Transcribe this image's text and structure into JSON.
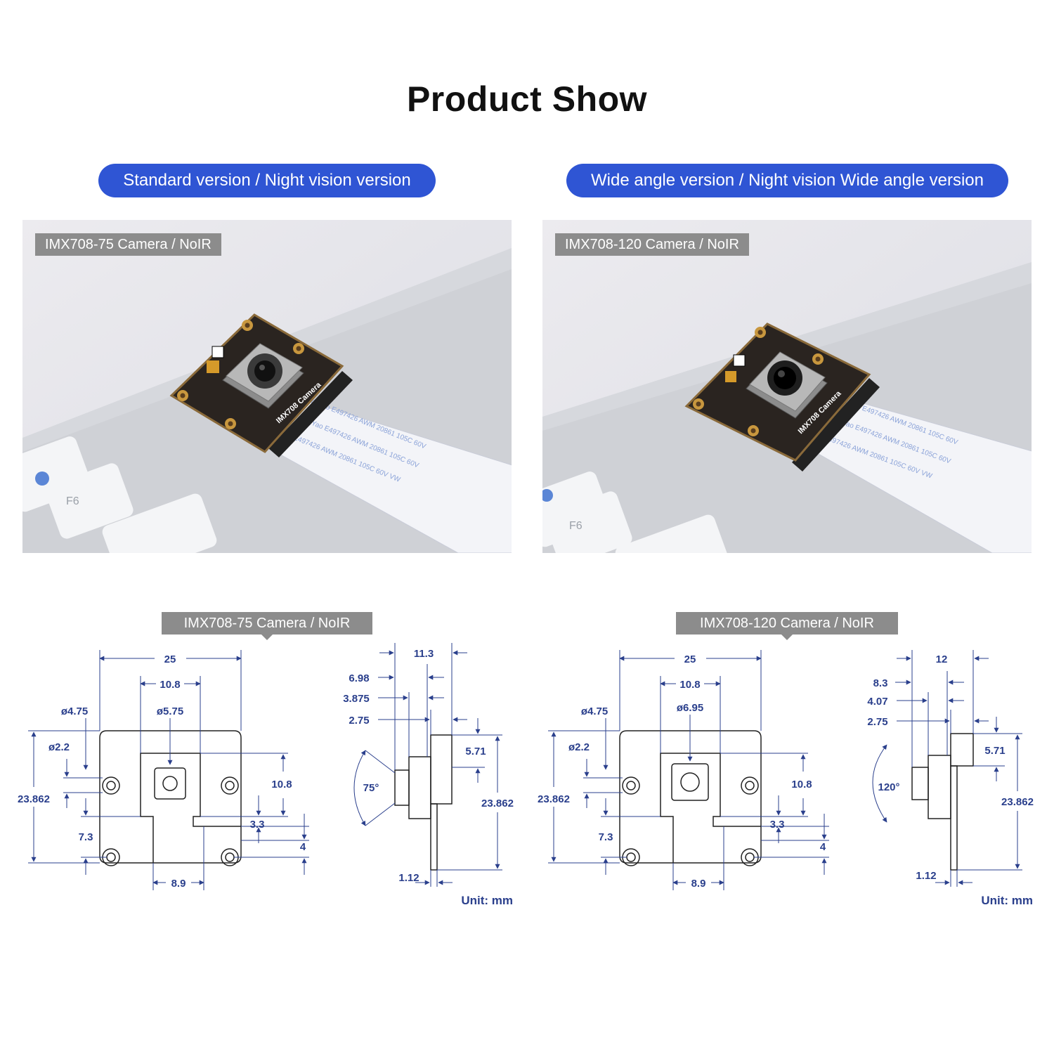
{
  "title": "Product Show",
  "pills": {
    "left": "Standard version / Night vision version",
    "right": "Wide angle version / Night vision Wide angle version"
  },
  "photo_tags": {
    "left": "IMX708-75 Camera / NoIR",
    "right": "IMX708-120 Camera / NoIR"
  },
  "photo_text": {
    "board_label": "IMX708 Camera",
    "cable_line_a": "ongYao   E497426   AWM   20861   105C   60V",
    "cable_line_b": "E497426   AWM   20861   105C   60V   VW",
    "key_label": "F6"
  },
  "diagram_tags": {
    "left": "IMX708-75 Camera / NoIR",
    "right": "IMX708-120 Camera / NoIR"
  },
  "dims_left": {
    "width": "25",
    "lens_width": "10.8",
    "hole_small": "ø4.75",
    "lens_dia": "ø5.75",
    "hole_dia": "ø2.2",
    "height": "23.862",
    "lens_height": "10.8",
    "offset_a": "3.3",
    "offset_b": "7.3",
    "offset_c": "4",
    "bottom_w": "8.9",
    "side_total": "11.3",
    "side_a": "6.98",
    "side_b": "3.875",
    "side_c": "2.75",
    "side_d": "5.71",
    "side_h": "23.862",
    "side_t": "1.12",
    "angle": "75°",
    "unit": "Unit: mm"
  },
  "dims_right": {
    "width": "25",
    "lens_width": "10.8",
    "hole_small": "ø4.75",
    "lens_dia": "ø6.95",
    "hole_dia": "ø2.2",
    "height": "23.862",
    "lens_height": "10.8",
    "offset_a": "3.3",
    "offset_b": "7.3",
    "offset_c": "4",
    "bottom_w": "8.9",
    "side_total": "12",
    "side_a": "8.3",
    "side_b": "4.07",
    "side_c": "2.75",
    "side_d": "5.71",
    "side_h": "23.862",
    "side_t": "1.12",
    "angle": "120°",
    "unit": "Unit: mm"
  }
}
